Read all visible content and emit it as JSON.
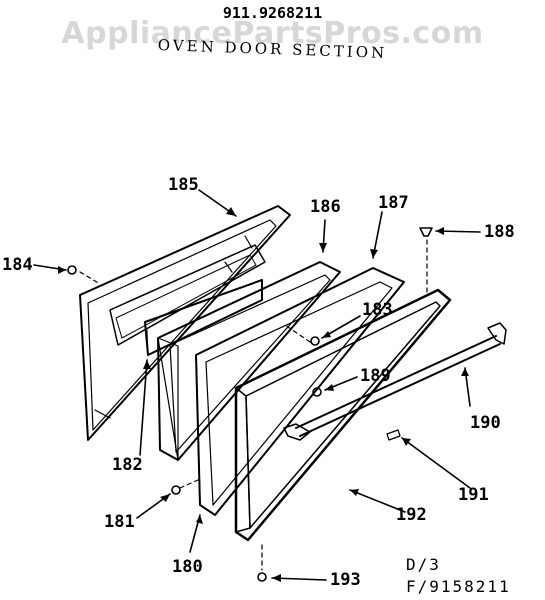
{
  "header": {
    "model_number": "911.9268211",
    "section_title": "OVEN DOOR SECTION",
    "watermark": "AppliancePartsPros.com"
  },
  "footer": {
    "sheet_code": "D/3",
    "figure_code": "F/9158211"
  },
  "part_labels": {
    "p180": "180",
    "p181": "181",
    "p182": "182",
    "p183": "183",
    "p184": "184",
    "p185": "185",
    "p186": "186",
    "p187": "187",
    "p188": "188",
    "p189": "189",
    "p190": "190",
    "p191": "191",
    "p192": "192",
    "p193": "193"
  }
}
